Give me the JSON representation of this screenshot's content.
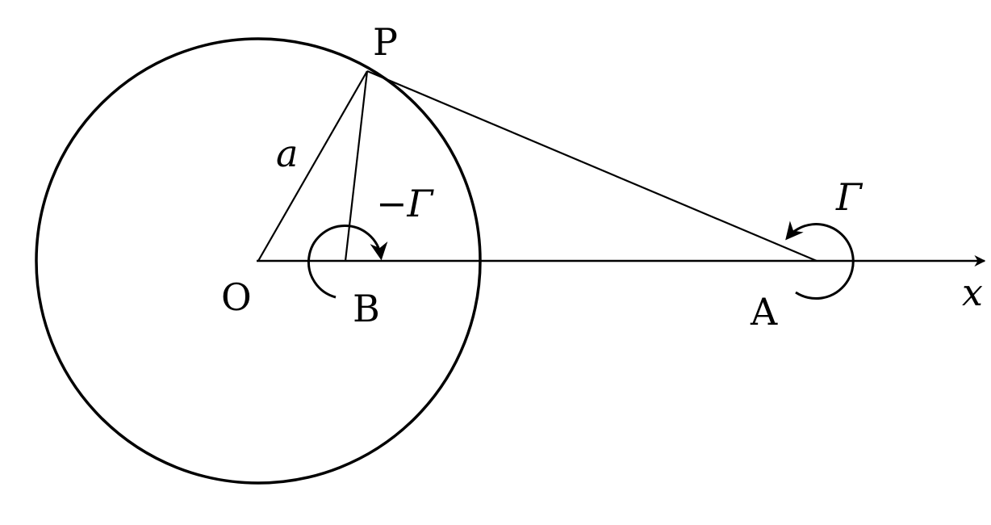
{
  "labels": {
    "P": "P",
    "O": "O",
    "B": "B",
    "A": "A",
    "x": "x",
    "a": "a",
    "gamma_pos": "Γ",
    "gamma_neg": "−Γ"
  },
  "colors": {
    "ink": "#000000",
    "background": "#ffffff"
  }
}
